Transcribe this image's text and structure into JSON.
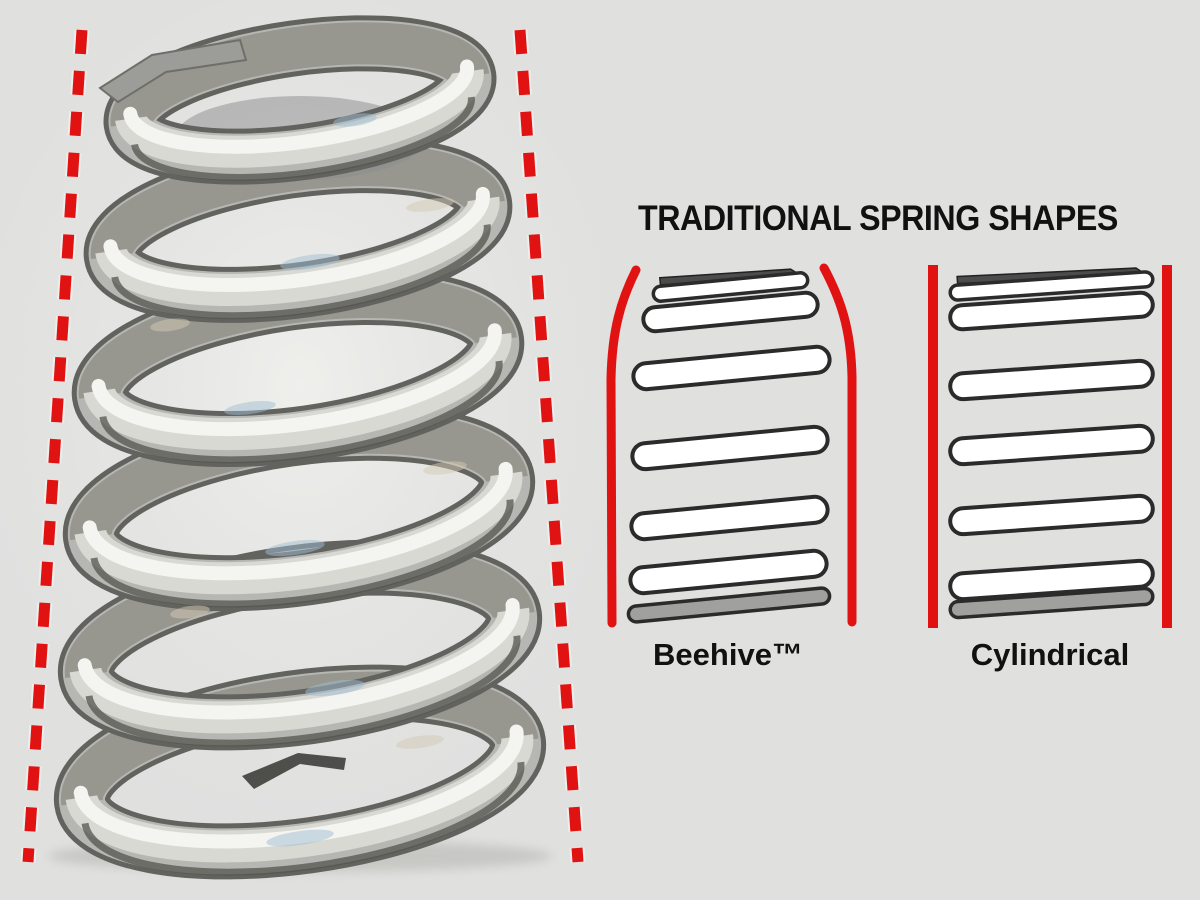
{
  "colors": {
    "background": "#e0e0df",
    "accent_red": "#e11312",
    "coil_outline": "#2b2b2b",
    "coil_fill": "#ffffff",
    "coil_gray": "#a0a09e",
    "text": "#111111"
  },
  "diagram": {
    "title": "TRADITIONAL SPRING SHAPES",
    "items": [
      {
        "label": "Beehive™"
      },
      {
        "label": "Cylindrical"
      }
    ]
  }
}
